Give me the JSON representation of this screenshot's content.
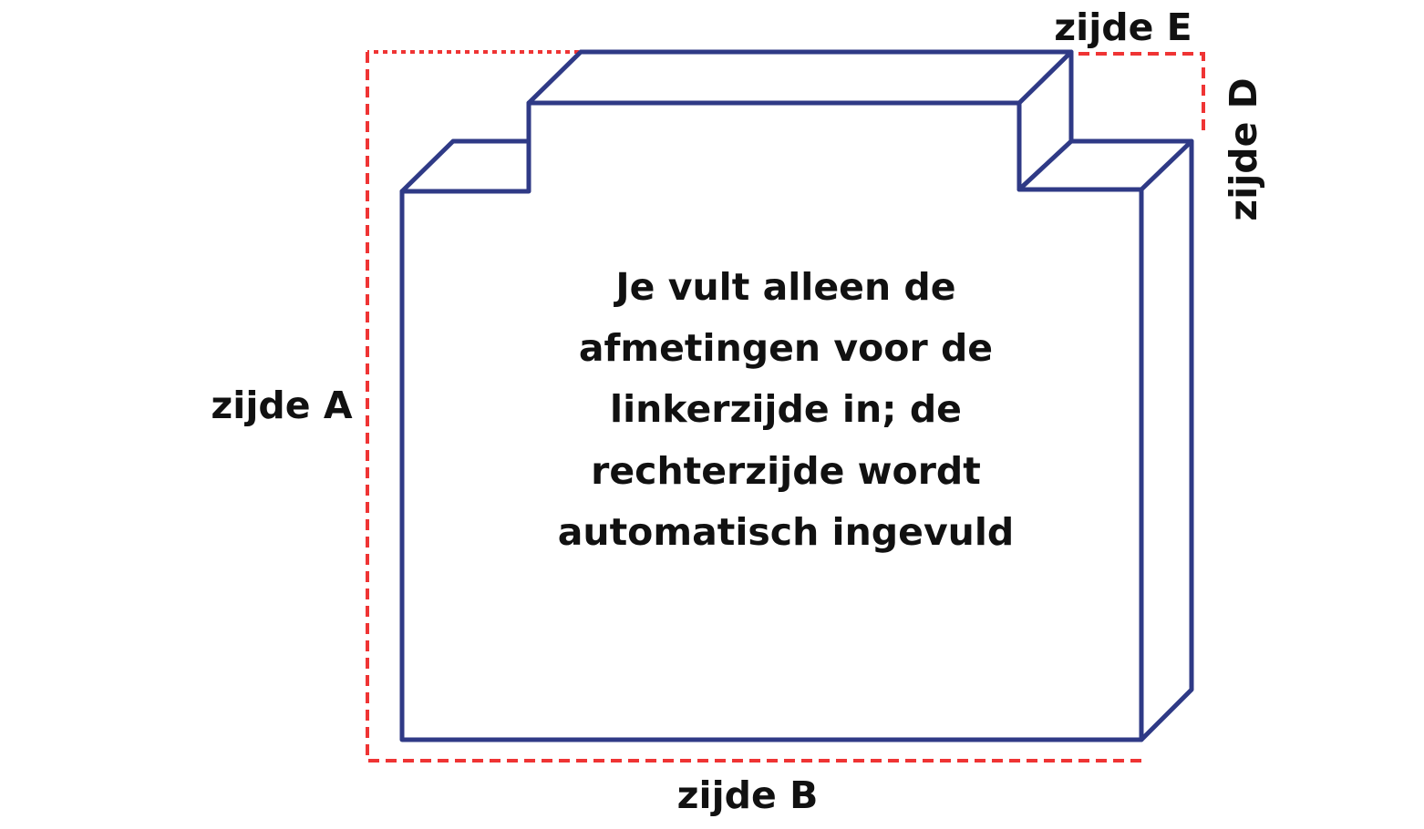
{
  "labels": {
    "side_a": "zijde A",
    "side_b": "zijde B",
    "side_d": "zijde D",
    "side_e": "zijde E"
  },
  "instruction": {
    "lines": [
      "Je vult alleen de",
      "afmetingen voor de",
      "linkerzijde in; de",
      "rechterzijde wordt",
      "automatisch ingevuld"
    ]
  },
  "colors": {
    "outline": "#2f3a86",
    "dimension": "#ef3434"
  }
}
